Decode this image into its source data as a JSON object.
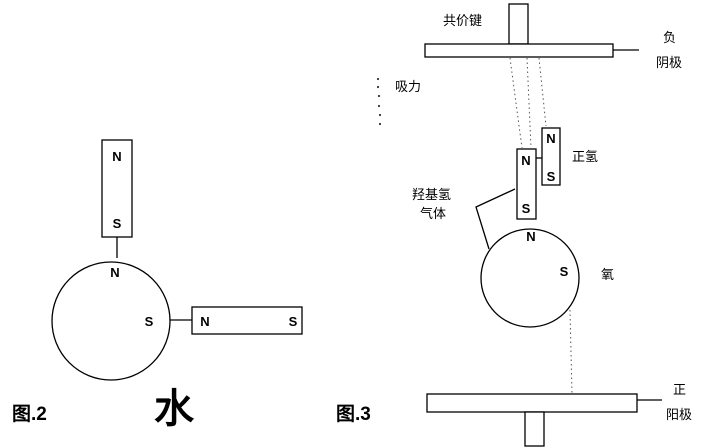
{
  "figure2": {
    "caption": "图.2",
    "title": "水",
    "magnet_vertical": {
      "top_pole": "N",
      "bottom_pole": "S"
    },
    "atom": {
      "pole_top": "N",
      "pole_right": "S"
    },
    "magnet_horizontal": {
      "left_pole": "N",
      "right_pole": "S"
    }
  },
  "figure3": {
    "caption": "图.3",
    "covalent_bond_label": "共价键",
    "negative_label": "负",
    "cathode_label": "阴极",
    "attraction_label": "吸力",
    "positive_hydrogen_label": "正氢",
    "hydroxyl_label_line1": "羟基氢",
    "hydroxyl_label_line2": "气体",
    "oxygen_label": "氧",
    "positive_label": "正",
    "anode_label": "阳极",
    "hydroxyl_magnet": {
      "top_pole": "N",
      "bottom_pole": "S"
    },
    "hydrogen_magnet": {
      "top_pole": "N",
      "bottom_pole": "S"
    },
    "oxygen_atom": {
      "pole_top": "N",
      "pole_right": "S"
    }
  }
}
